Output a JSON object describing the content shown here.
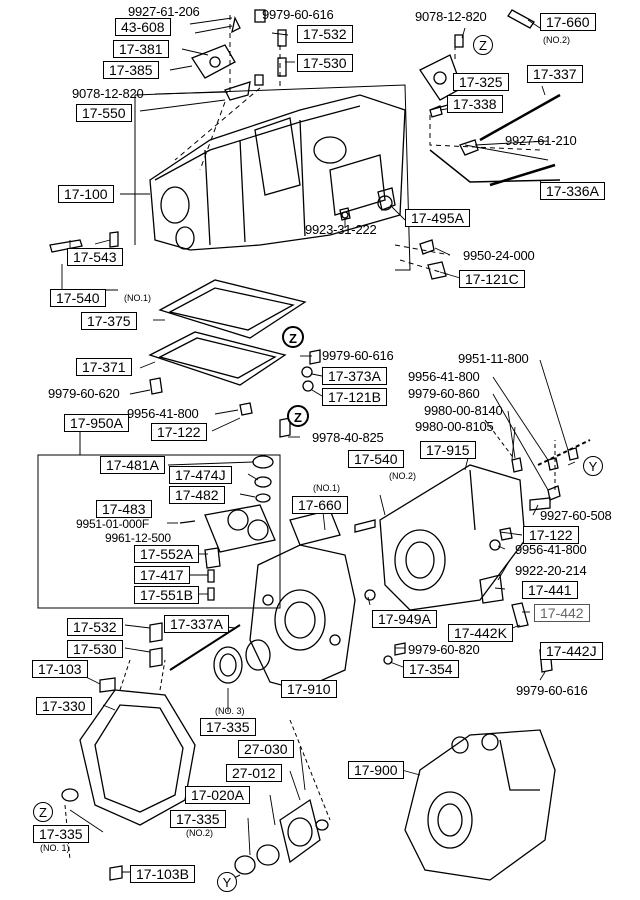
{
  "labels": {
    "p_9927_61_206": "9927-61-206",
    "p_9979_60_616_top": "9979-60-616",
    "p_9078_12_820_top": "9078-12-820",
    "p_9078_12_820_left": "9078-12-820",
    "p_9927_61_210": "9927-61-210",
    "p_9923_31_222": "9923-31-222",
    "p_9950_24_000": "9950-24-000",
    "p_9979_60_616_mid": "9979-60-616",
    "p_9979_60_620": "9979-60-620",
    "p_9956_41_800_left": "9956-41-800",
    "p_9978_40_825": "9978-40-825",
    "p_9951_11_800": "9951-11-800",
    "p_9956_41_800_right": "9956-41-800",
    "p_9979_60_860": "9979-60-860",
    "p_9980_00_8140": "9980-00-8140",
    "p_9980_00_8105": "9980-00-8105",
    "p_9951_01_000f": "9951-01-000F",
    "p_9961_12_500": "9961-12-500",
    "p_9927_60_508": "9927-60-508",
    "p_9956_41_800_low": "9956-41-800",
    "p_9922_20_214": "9922-20-214",
    "p_9979_60_820": "9979-60-820",
    "p_9979_60_616_low": "9979-60-616"
  },
  "boxes": {
    "b_43_608": "43-608",
    "b_17_532_top": "17-532",
    "b_17_381": "17-381",
    "b_17_385": "17-385",
    "b_17_530_top": "17-530",
    "b_17_550": "17-550",
    "b_17_660_top": "17-660",
    "b_17_325": "17-325",
    "b_17_337": "17-337",
    "b_17_338": "17-338",
    "b_17_100": "17-100",
    "b_17_336a": "17-336A",
    "b_17_495a": "17-495A",
    "b_17_543": "17-543",
    "b_17_121c": "17-121C",
    "b_17_540_top": "17-540",
    "b_17_375": "17-375",
    "b_17_371": "17-371",
    "b_17_373a": "17-373A",
    "b_17_121b": "17-121B",
    "b_17_950a": "17-950A",
    "b_17_122_left": "17-122",
    "b_17_481a": "17-481A",
    "b_17_474j": "17-474J",
    "b_17_482": "17-482",
    "b_17_483": "17-483",
    "b_17_552a": "17-552A",
    "b_17_417": "17-417",
    "b_17_551b": "17-551B",
    "b_17_540_mid": "17-540",
    "b_17_915": "17-915",
    "b_17_660_mid": "17-660",
    "b_17_122_right": "17-122",
    "b_17_441": "17-441",
    "b_17_442": "17-442",
    "b_17_949a": "17-949A",
    "b_17_442k": "17-442K",
    "b_17_442j": "17-442J",
    "b_17_532_low": "17-532",
    "b_17_337a": "17-337A",
    "b_17_530_low": "17-530",
    "b_17_103": "17-103",
    "b_17_354": "17-354",
    "b_17_910": "17-910",
    "b_17_330": "17-330",
    "b_17_335_mid": "17-335",
    "b_27_030": "27-030",
    "b_27_012": "27-012",
    "b_17_900": "17-900",
    "b_17_020a": "17-020A",
    "b_17_335_left": "17-335",
    "b_17_335_low": "17-335",
    "b_17_103b": "17-103B"
  },
  "notes": {
    "n_no2_top": "(NO.2)",
    "n_no1_540": "(NO.1)",
    "n_no1_660": "(NO.1)",
    "n_no2_540": "(NO.2)",
    "n_no3_335": "(NO. 3)",
    "n_no1_335": "(NO. 1)",
    "n_no2_335": "(NO.2)"
  },
  "markers": {
    "z_top": "Z",
    "z_mid": "Z",
    "z_mid2": "Z",
    "z_low": "Z",
    "y_right": "Y",
    "y_low": "Y"
  }
}
